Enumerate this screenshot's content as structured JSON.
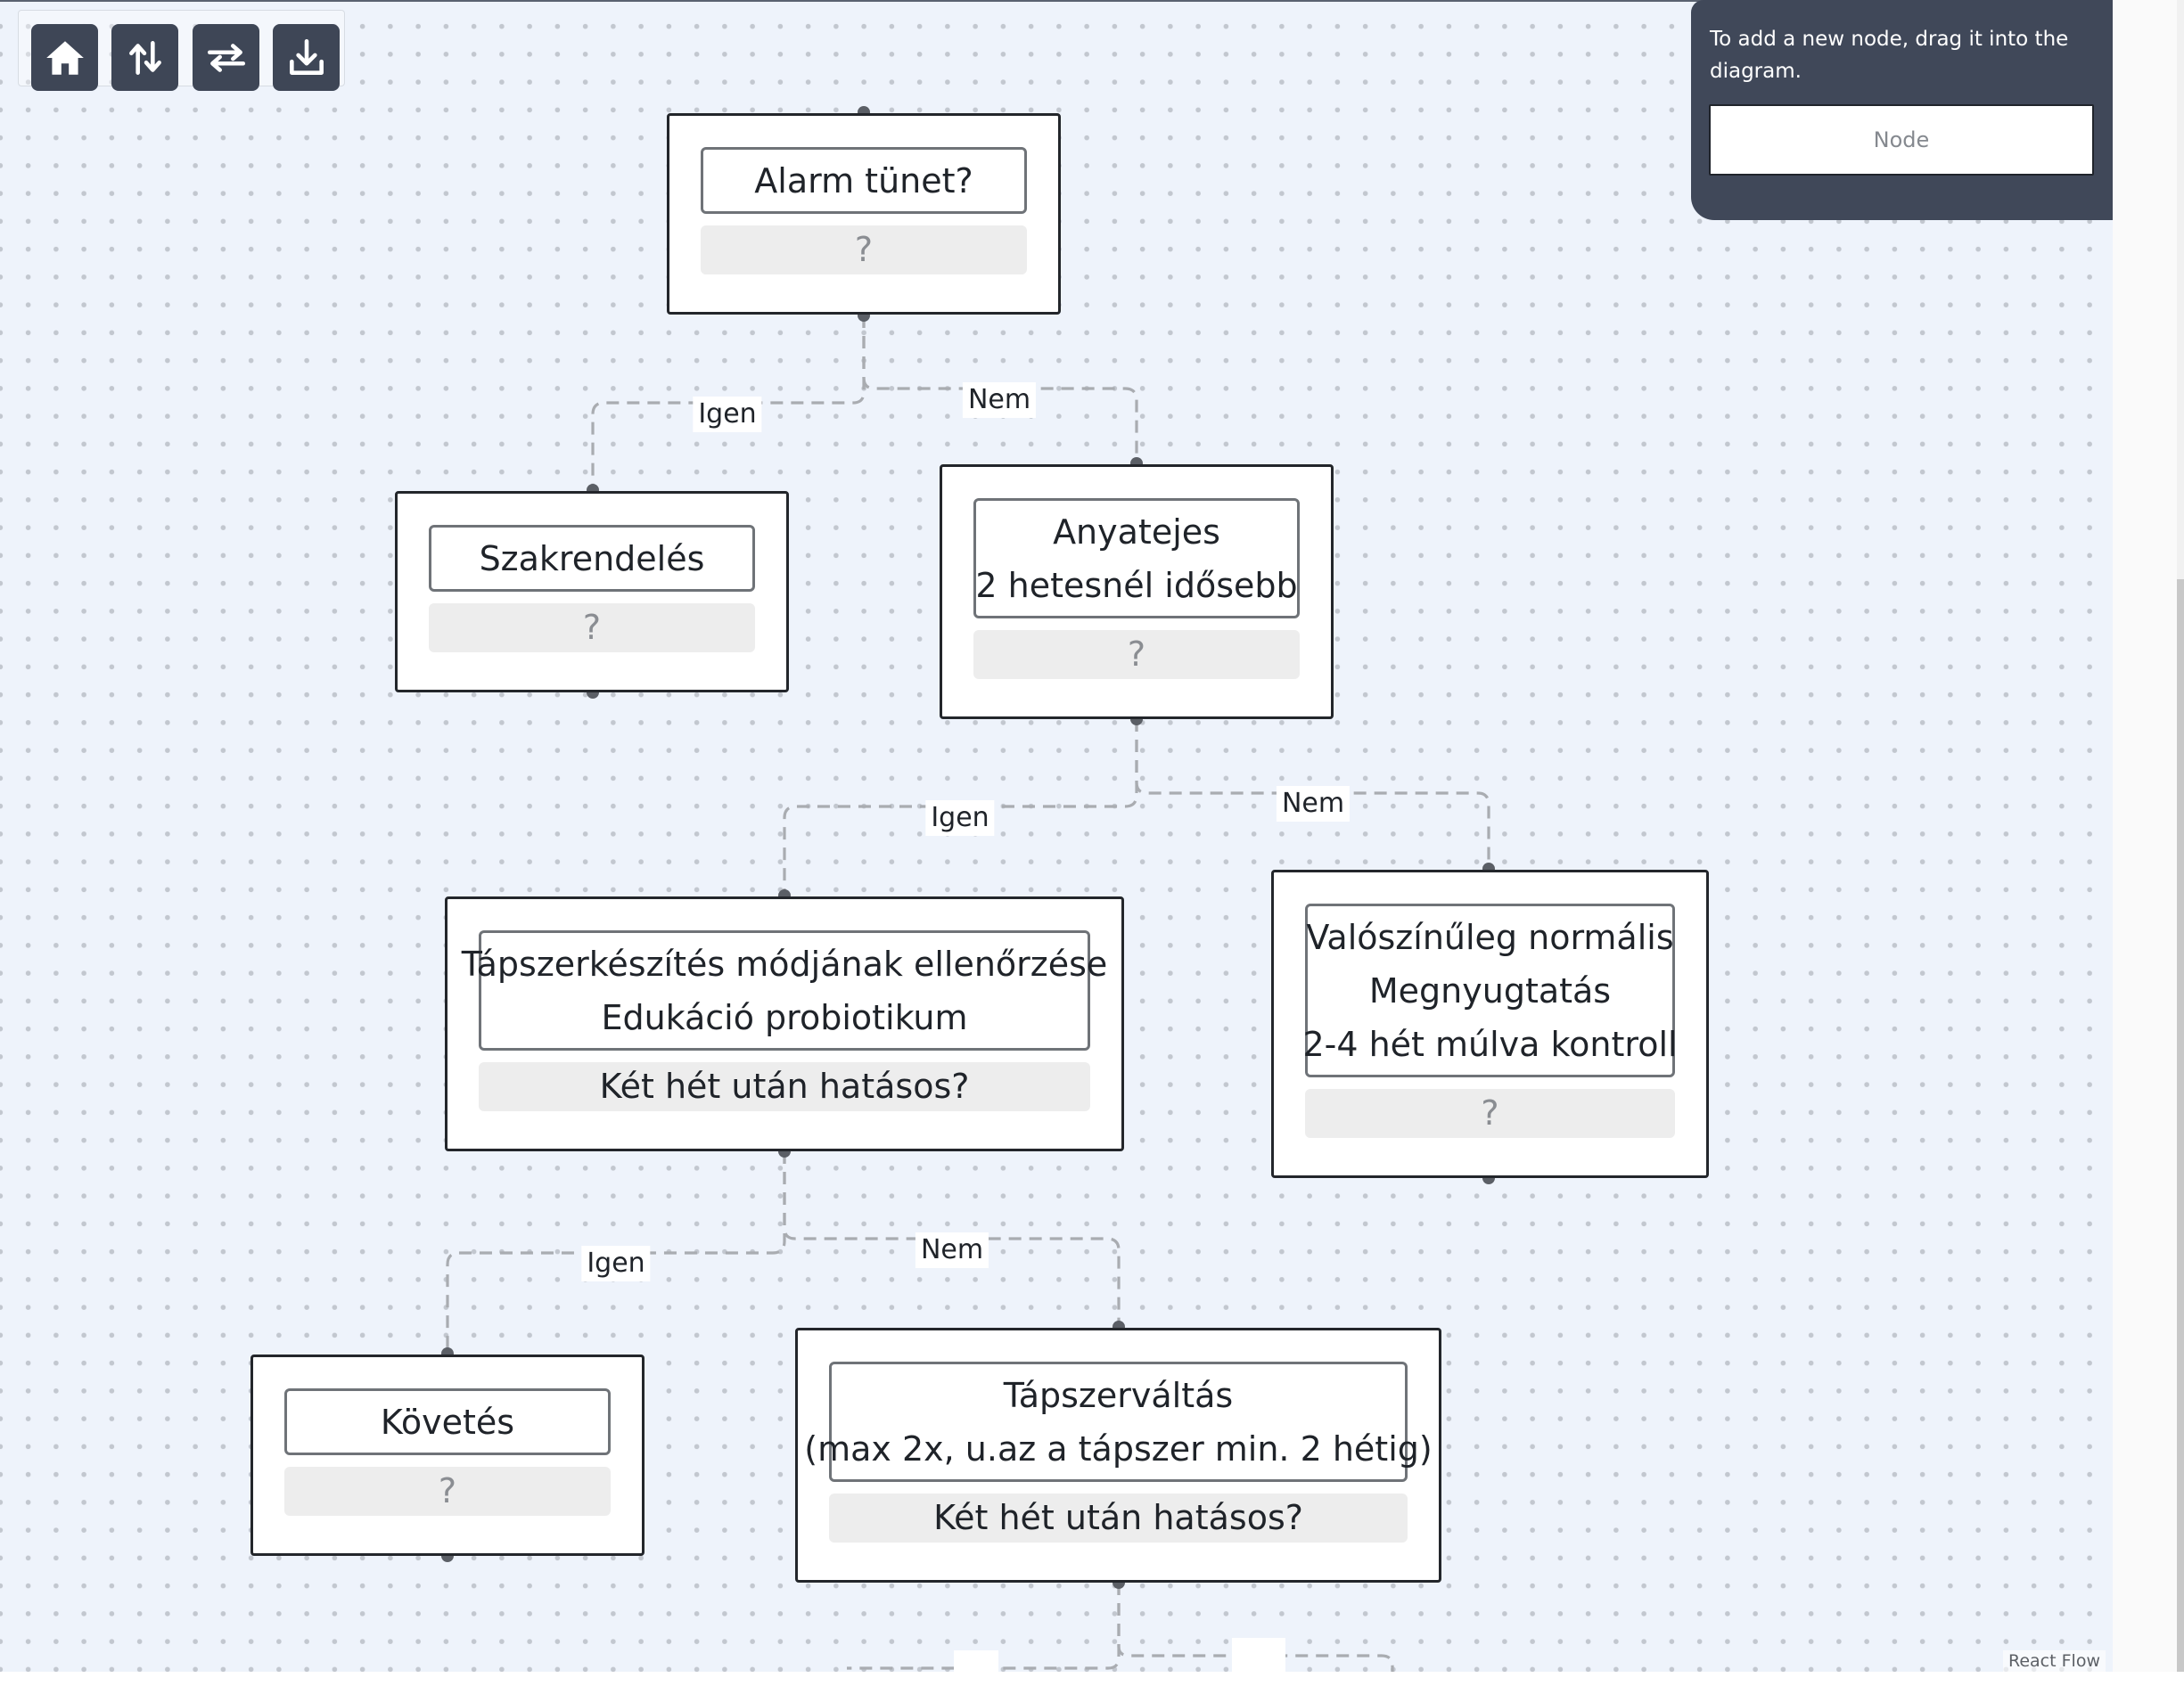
{
  "toolbar": {
    "buttons": [
      {
        "name": "home-button",
        "icon": "home-icon"
      },
      {
        "name": "vertical-layout-button",
        "icon": "sort-vertical-icon"
      },
      {
        "name": "horizontal-layout-button",
        "icon": "swap-horizontal-icon"
      },
      {
        "name": "download-button",
        "icon": "download-icon"
      }
    ]
  },
  "panel": {
    "hint": "To add a new node, drag it into the diagram.",
    "node_label": "Node"
  },
  "nodes": {
    "alarm": {
      "title": [
        "Alarm tünet?"
      ],
      "subtitle": "?"
    },
    "szakrendeles": {
      "title": [
        "Szakrendelés"
      ],
      "subtitle": "?"
    },
    "anyatejes": {
      "title": [
        "Anyatejes",
        "2 hetesnél idősebb"
      ],
      "subtitle": "?"
    },
    "tapszerkeszites": {
      "title": [
        "Tápszerkészítés módjának ellenőrzése",
        "Edukáció probiotikum"
      ],
      "subtitle": "Két hét után hatásos?"
    },
    "normalis": {
      "title": [
        "Valószínűleg normális",
        "Megnyugtatás",
        "2-4 hét múlva kontroll"
      ],
      "subtitle": "?"
    },
    "kovetes": {
      "title": [
        "Követés"
      ],
      "subtitle": "?"
    },
    "tapszervaltas": {
      "title": [
        "Tápszerváltás",
        "(max 2x, u.az a tápszer min. 2 hétig)"
      ],
      "subtitle": "Két hét után hatásos?"
    }
  },
  "edge_labels": {
    "alarm_yes": "Igen",
    "alarm_no": "Nem",
    "anyatejes_yes": "Igen",
    "anyatejes_no": "Nem",
    "tapszer_yes": "Igen",
    "tapszer_no": "Nem"
  },
  "attribution": "React Flow"
}
